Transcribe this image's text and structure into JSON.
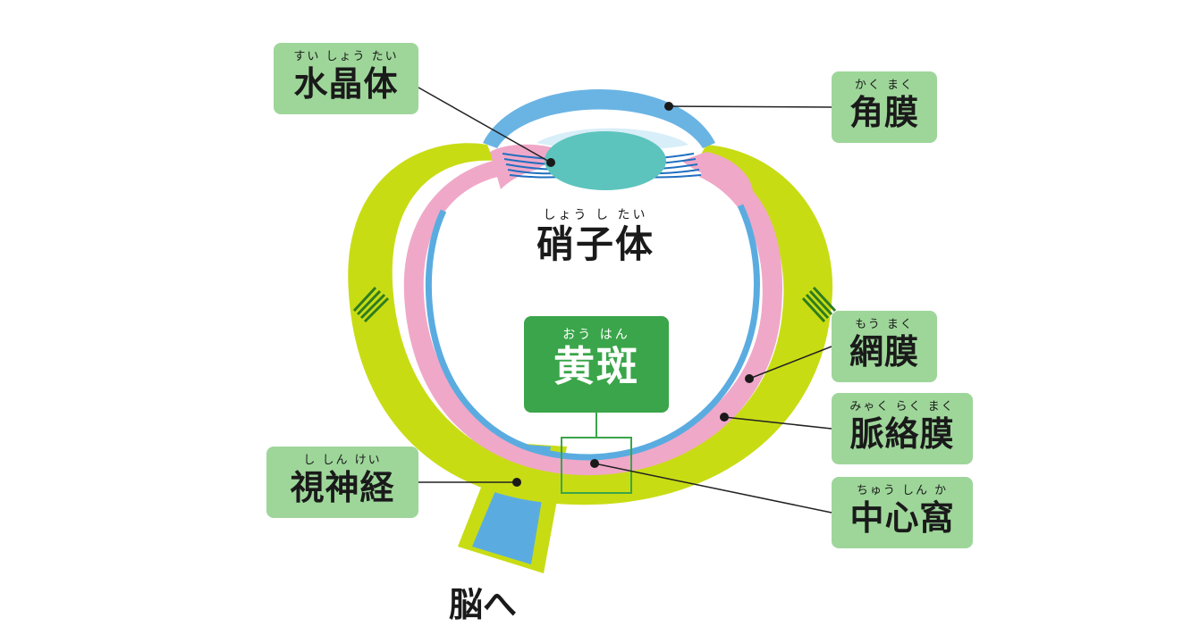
{
  "labels": {
    "lens": {
      "ruby": "すい しょう たい",
      "kanji": "水晶体"
    },
    "cornea": {
      "ruby": "かく まく",
      "kanji": "角膜"
    },
    "vitreous": {
      "ruby": "しょう し たい",
      "kanji": "硝子体"
    },
    "macula": {
      "ruby": "おう はん",
      "kanji": "黄斑"
    },
    "retina": {
      "ruby": "もう まく",
      "kanji": "網膜"
    },
    "choroid": {
      "ruby": "みゃく らく まく",
      "kanji": "脈絡膜"
    },
    "fovea": {
      "ruby": "ちゅう しん か",
      "kanji": "中心窩"
    },
    "optic_nerve": {
      "ruby": "し しん けい",
      "kanji": "視神経"
    },
    "to_brain": "脳へ"
  },
  "colors": {
    "sclera": "#c8dc14",
    "choroid": "#f0a8c8",
    "retina": "#5aace0",
    "cornea": "#6ab4e4",
    "lens": "#5cc4bc",
    "zonule": "#1f6fc0",
    "optic_nerve": "#5aace0",
    "label_bg": "#9ed69a",
    "macula_bg": "#3aa54a",
    "leader_line": "#222222"
  }
}
